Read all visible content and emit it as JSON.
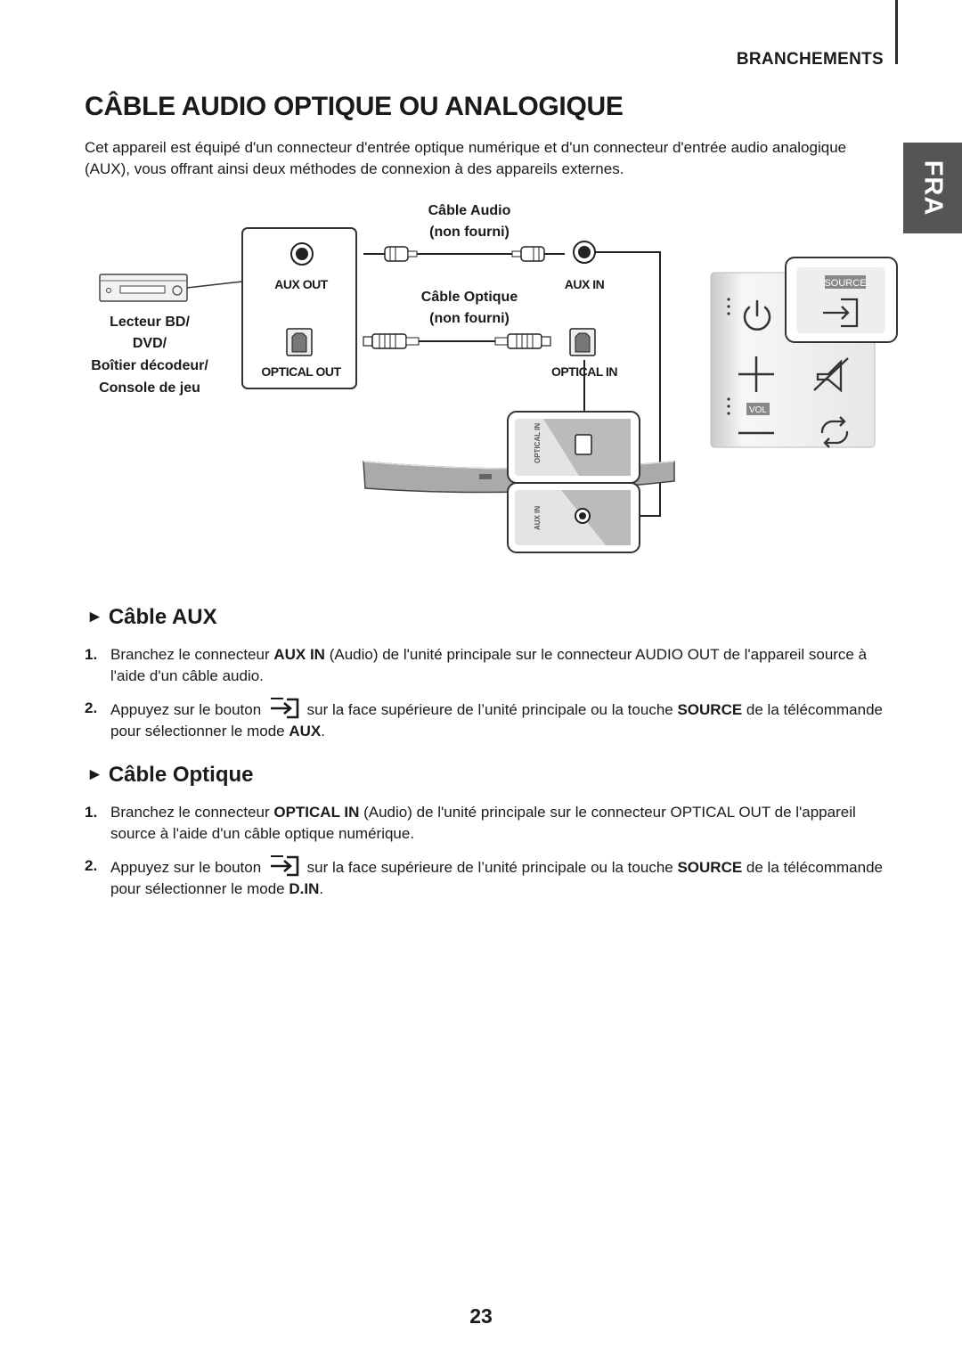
{
  "header": {
    "section": "BRANCHEMENTS",
    "language_tab": "FRA"
  },
  "title": "CÂBLE AUDIO OPTIQUE OU ANALOGIQUE",
  "intro": "Cet appareil est équipé d'un connecteur d'entrée optique numérique et d'un connecteur d'entrée audio analogique (AUX), vous offrant ainsi deux méthodes de connexion à des appareils externes.",
  "diagram": {
    "source_device": [
      "Lecteur BD/",
      "DVD/",
      "Boîtier décodeur/",
      "Console de jeu"
    ],
    "aux_out": "AUX OUT",
    "optical_out": "OPTICAL OUT",
    "aux_in": "AUX IN",
    "optical_in": "OPTICAL IN",
    "audio_cable": [
      "Câble Audio",
      "(non fourni)"
    ],
    "optical_cable": [
      "Câble Optique",
      "(non fourni)"
    ],
    "port_optical_in": "OPTICAL IN",
    "port_aux_in": "AUX IN",
    "button_source": "SOURCE",
    "button_vol": "VOL"
  },
  "aux_section": {
    "heading": "Câble AUX",
    "steps": [
      {
        "num": "1.",
        "t1": "Branchez le connecteur ",
        "b1": "AUX IN",
        "t2": " (Audio) de l'unité principale sur le connecteur AUDIO OUT de l'appareil source à l'aide d'un câble audio."
      },
      {
        "num": "2.",
        "t1": "Appuyez sur le bouton",
        "t2": "sur la face supérieure de l’unité principale ou la touche ",
        "b1": "SOURCE",
        "t3": " de la télécommande pour sélectionner le mode ",
        "b2": "AUX",
        "t4": "."
      }
    ]
  },
  "optical_section": {
    "heading": "Câble Optique",
    "steps": [
      {
        "num": "1.",
        "t1": "Branchez le connecteur ",
        "b1": "OPTICAL IN",
        "t2": " (Audio) de l'unité principale sur le connecteur OPTICAL OUT de l'appareil source à l'aide d'un câble optique numérique."
      },
      {
        "num": "2.",
        "t1": "Appuyez sur le bouton",
        "t2": "sur la face supérieure de l’unité principale ou la touche ",
        "b1": "SOURCE",
        "t3": " de la télécommande pour sélectionner le mode ",
        "b2": "D.IN",
        "t4": "."
      }
    ]
  },
  "page_number": "23"
}
